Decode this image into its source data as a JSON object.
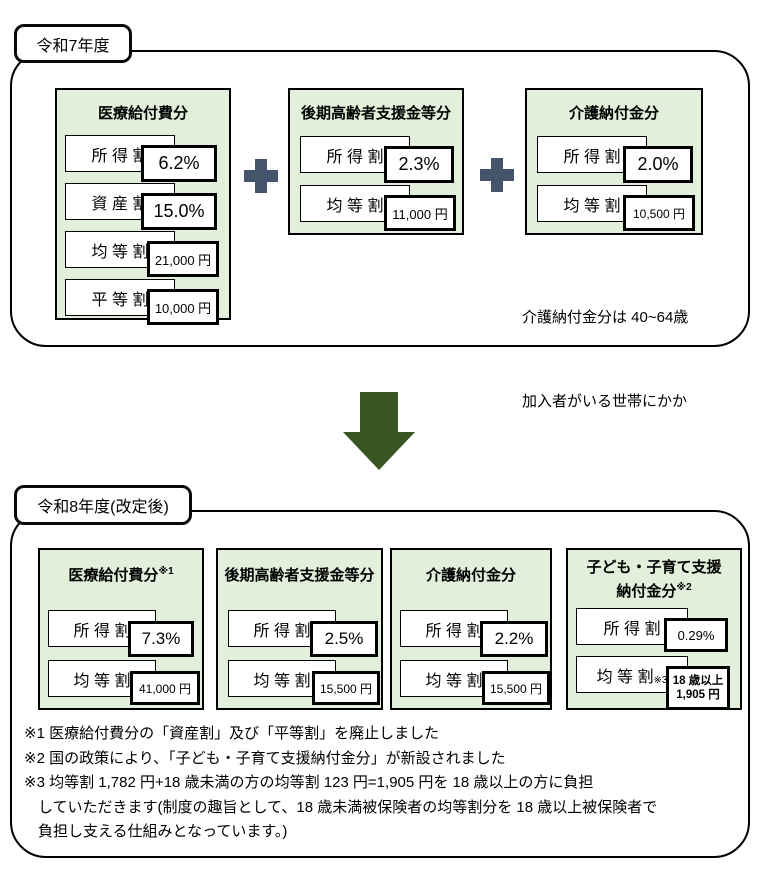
{
  "colors": {
    "box_fill": "#e2efda",
    "box_border": "#000000",
    "plus_sign": "#44546A",
    "arrow": "#375623"
  },
  "top_section": {
    "year_label": "令和7年度",
    "boxes": [
      {
        "title": "医療給付費分",
        "rows": [
          {
            "label": "所 得 割",
            "value": "6.2%"
          },
          {
            "label": "資 産 割",
            "value": "15.0%"
          },
          {
            "label": "均 等 割",
            "value": "21,000 円"
          },
          {
            "label": "平 等 割",
            "value": "10,000 円"
          }
        ]
      },
      {
        "title": "後期高齢者支援金等分",
        "rows": [
          {
            "label": "所 得 割",
            "value": "2.3%"
          },
          {
            "label": "均 等 割",
            "value": "11,000 円"
          }
        ]
      },
      {
        "title": "介護納付金分",
        "rows": [
          {
            "label": "所 得 割",
            "value": "2.0%"
          },
          {
            "label": "均 等 割",
            "value": "10,500 円"
          }
        ],
        "note_line1": "介護納付金分は 40~64歳",
        "note_line2": "加入者がいる世帯にかか"
      }
    ]
  },
  "bottom_section": {
    "year_label": "令和8年度(改定後)",
    "boxes": [
      {
        "title": "医療給付費分",
        "title_sup": "※1",
        "rows": [
          {
            "label": "所 得 割",
            "value": "7.3%"
          },
          {
            "label": "均 等 割",
            "value": "41,000 円"
          }
        ]
      },
      {
        "title": "後期高齢者支援金等分",
        "rows": [
          {
            "label": "所 得 割",
            "value": "2.5%"
          },
          {
            "label": "均 等 割",
            "value": "15,500 円"
          }
        ]
      },
      {
        "title": "介護納付金分",
        "rows": [
          {
            "label": "所 得 割",
            "value": "2.2%"
          },
          {
            "label": "均 等 割",
            "value": "15,500 円"
          }
        ]
      },
      {
        "title_line1": "子ども・子育て支援",
        "title_line2": "納付金分",
        "title_sup": "※2",
        "rows": [
          {
            "label": "所 得 割",
            "value": "0.29%"
          },
          {
            "label": "均 等 割",
            "label_sup": "※3",
            "value_line1": "18 歳以上",
            "value_line2": "1,905 円"
          }
        ]
      }
    ],
    "footnotes": [
      "※1 医療給付費分の「資産割」及び「平等割」を廃止しました",
      "※2 国の政策により、「子ども・子育て支援納付金分」が新設されました",
      "※3 均等割 1,782 円+18 歳未満の方の均等割 123 円=1,905 円を 18 歳以上の方に負担",
      "していただきます(制度の趣旨として、18 歳未満被保険者の均等割分を 18 歳以上被保険者で",
      "負担し支える仕組みとなっています。)"
    ]
  }
}
